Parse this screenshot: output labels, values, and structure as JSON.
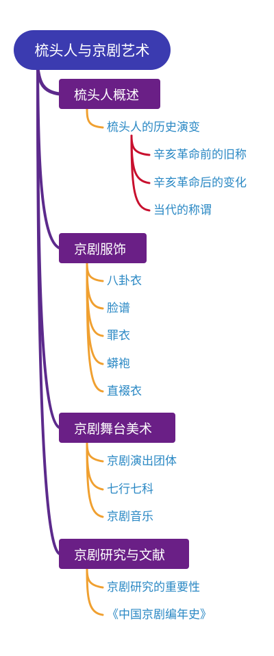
{
  "root": {
    "label": "梳头人与京剧艺术"
  },
  "branches": [
    {
      "label": "梳头人概述",
      "items": [
        {
          "label": "梳头人的历史演变",
          "children": [
            {
              "label": "辛亥革命前的旧称"
            },
            {
              "label": "辛亥革命后的变化"
            },
            {
              "label": "当代的称谓"
            }
          ]
        }
      ]
    },
    {
      "label": "京剧服饰",
      "items": [
        {
          "label": "八卦衣"
        },
        {
          "label": "脸谱"
        },
        {
          "label": "罪衣"
        },
        {
          "label": "蟒袍"
        },
        {
          "label": "直裰衣"
        }
      ]
    },
    {
      "label": "京剧舞台美术",
      "items": [
        {
          "label": "京剧演出团体"
        },
        {
          "label": "七行七科"
        },
        {
          "label": "京剧音乐"
        }
      ]
    },
    {
      "label": "京剧研究与文献",
      "items": [
        {
          "label": "京剧研究的重要性"
        },
        {
          "label": "《中国京剧编年史》"
        }
      ]
    }
  ],
  "colors": {
    "root_fill": "#3b3bb0",
    "branch_fill": "#6a1f86",
    "trunk_line": "#5c2a8c",
    "leaf_line": "#f0a030",
    "sub_line": "#c8102e",
    "leaf_text": "#2a88c4"
  }
}
